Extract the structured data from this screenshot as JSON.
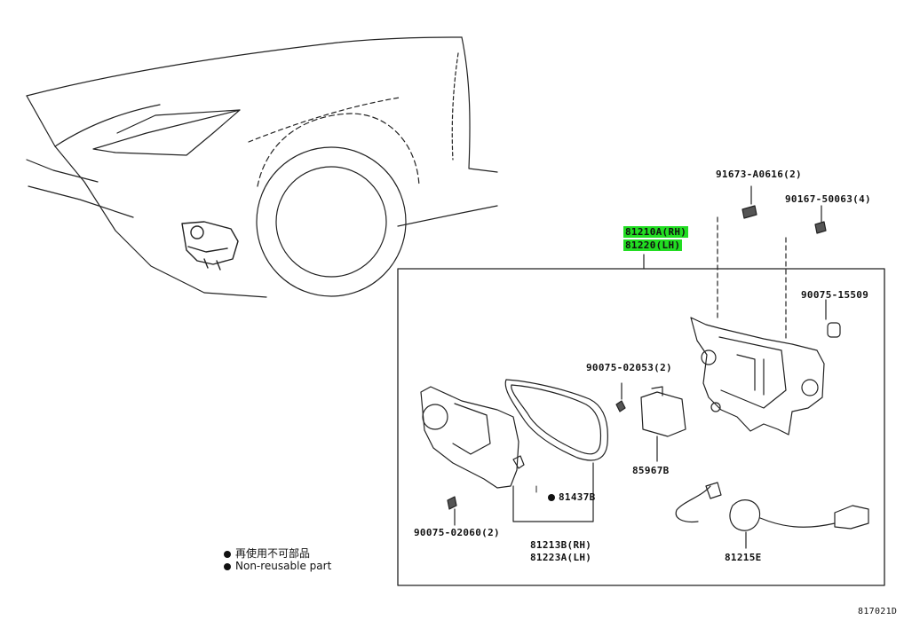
{
  "diagram": {
    "assembly": {
      "part_rh": "81210A(RH)",
      "part_lh": "81220(LH)",
      "highlight_color": "#22dd22"
    },
    "callouts": {
      "screw_top": "91673-A0616(2)",
      "screw_right": "90167-50063(4)",
      "grommet": "90075-15509",
      "screw_mid": "90075-02053(2)",
      "socket": "85967B",
      "gasket": "81437B",
      "screw_low": "90075-02060(2)",
      "lens_rh": "81213B(RH)",
      "lens_lh": "81223A(LH)",
      "wire": "81215E"
    },
    "legend": {
      "line1": "再使用不可部品",
      "line2": "Non-reusable part"
    },
    "figure_code": "817021D"
  }
}
